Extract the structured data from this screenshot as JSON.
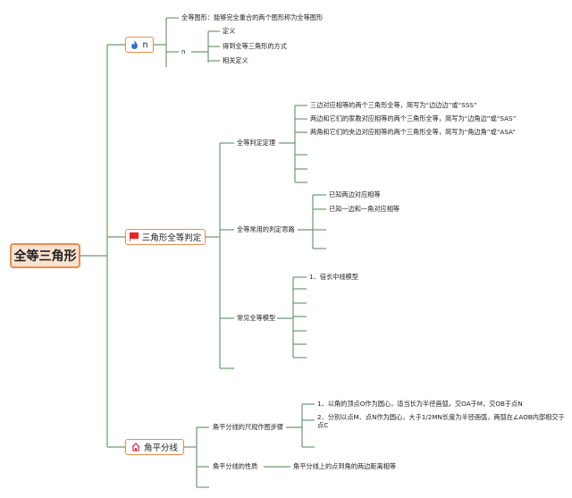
{
  "root": {
    "label": "全等三角形"
  },
  "branches": {
    "b1": {
      "label": "n",
      "icon": "fire-icon",
      "definition": "全等图形：能够完全重合的两个图形称为全等图形",
      "sub": {
        "label": "n",
        "items": [
          "定义",
          "得到全等三角形的方式",
          "相关定义"
        ]
      }
    },
    "b2": {
      "label": "三角形全等判定",
      "icon": "red-flag-icon",
      "judge": {
        "label": "全等判定定理",
        "items": [
          "三边对应相等的两个三角形全等，简写为“边边边”或“SSS”",
          "两边和它们的家教对应相等的两个三角形全等，简写为“边角边”或“SAS”",
          "两角和它们的夹边对应相等的两个三角形全等，简写为“角边角”或“ASA”"
        ]
      },
      "approach": {
        "label": "全等常用的判定思路",
        "items": [
          "已知两边对应相等",
          "已知一边和一角对应相等"
        ]
      },
      "models": {
        "label": "常见全等模型",
        "items": [
          "1、倍长中线模型"
        ]
      }
    },
    "b3": {
      "label": "角平分线",
      "icon": "home-icon",
      "construct": {
        "label": "角平分线的尺规作图步骤",
        "steps": [
          "1、以角的顶点O作为圆心，适当长为半径画弧，交OA于M，交OB于点N",
          "2、分别以点M、点N作为圆心，大于1/2MN长度为半径画弧，两弧在∠AOB内部相交于点C"
        ]
      },
      "property": {
        "label": "角平分线的性质",
        "text": "角平分线上的点到角的两边距离相等"
      }
    }
  },
  "colors": {
    "line": "#6a9a72",
    "accent": "#ec8a4f",
    "root_fill": "#f9e1d0"
  }
}
